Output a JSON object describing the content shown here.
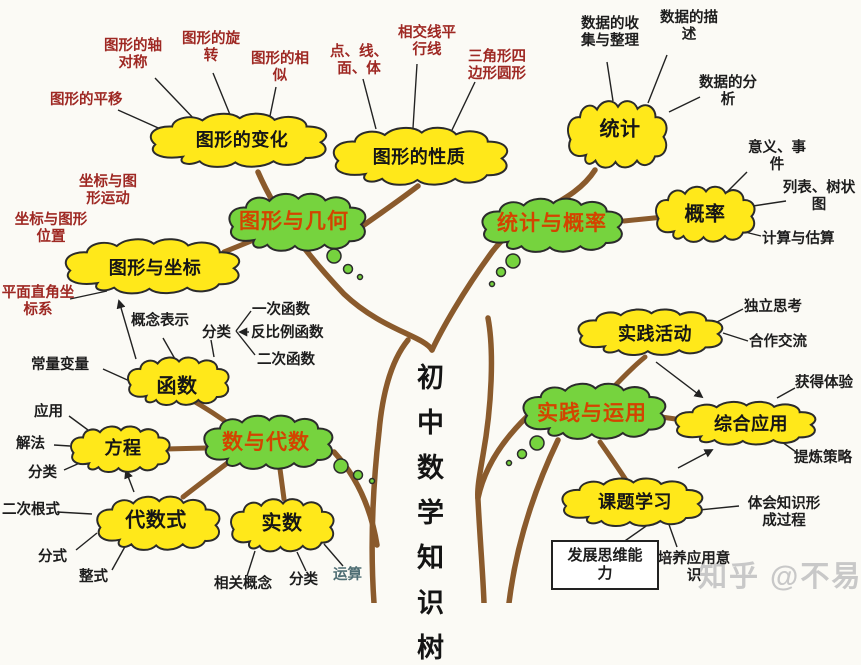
{
  "title": "初中数学知识树",
  "title_chars": [
    "初",
    "中",
    "数",
    "学",
    "知",
    "识",
    "树"
  ],
  "watermark": "知乎 @不易",
  "colors": {
    "yellow_node": "#ffe81a",
    "green_node": "#76d33e",
    "branch_brown": "#8a5a2c",
    "connector_black": "#222222",
    "node_outline": "#2b2b2b",
    "green_node_text": "#d34400",
    "red_leaf_text": "#9e2823",
    "black_leaf_text": "#1d1d1d",
    "watermark_gray": "#c8c8c8"
  },
  "main_nodes": [
    {
      "label": "图形与几何"
    },
    {
      "label": "统计与概率"
    },
    {
      "label": "数与代数"
    },
    {
      "label": "实践与运用"
    }
  ],
  "sub_nodes": [
    {
      "label": "图形的变化"
    },
    {
      "label": "图形的性质"
    },
    {
      "label": "统计"
    },
    {
      "label": "概率"
    },
    {
      "label": "图形与坐标"
    },
    {
      "label": "函数"
    },
    {
      "label": "方程"
    },
    {
      "label": "代数式"
    },
    {
      "label": "实数"
    },
    {
      "label": "实践活动"
    },
    {
      "label": "综合应用"
    },
    {
      "label": "课题学习"
    }
  ],
  "leaves": [
    {
      "text": "图形的平移"
    },
    {
      "text": "图形的轴对称"
    },
    {
      "text": "图形的旋转"
    },
    {
      "text": "图形的相似"
    },
    {
      "text": "点、线、面、体"
    },
    {
      "text": "相交线平行线"
    },
    {
      "text": "三角形四边形圆形"
    },
    {
      "text": "数据的收集与整理"
    },
    {
      "text": "数据的描述"
    },
    {
      "text": "数据的分析"
    },
    {
      "text": "意义、事件"
    },
    {
      "text": "列表、树状图"
    },
    {
      "text": "计算与估算"
    },
    {
      "text": "坐标与图形运动"
    },
    {
      "text": "坐标与图形位置"
    },
    {
      "text": "平面直角坐标系"
    },
    {
      "text": "概念表示"
    },
    {
      "text": "分类"
    },
    {
      "text": "一次函数"
    },
    {
      "text": "反比例函数"
    },
    {
      "text": "二次函数"
    },
    {
      "text": "常量变量"
    },
    {
      "text": "应用"
    },
    {
      "text": "解法"
    },
    {
      "text": "分类"
    },
    {
      "text": "二次根式"
    },
    {
      "text": "分式"
    },
    {
      "text": "整式"
    },
    {
      "text": "相关概念"
    },
    {
      "text": "分类"
    },
    {
      "text": "运算"
    },
    {
      "text": "独立思考"
    },
    {
      "text": "合作交流"
    },
    {
      "text": "获得体验"
    },
    {
      "text": "提炼策略"
    },
    {
      "text": "体会知识形成过程"
    },
    {
      "text": "培养应用意识"
    }
  ],
  "boxed_leaf": {
    "text": "发展思维能力"
  },
  "hierarchy": {
    "图形与几何": {
      "图形的变化": [
        "图形的平移",
        "图形的轴对称",
        "图形的旋转",
        "图形的相似"
      ],
      "图形的性质": [
        "点、线、面、体",
        "相交线平行线",
        "三角形四边形圆形"
      ],
      "图形与坐标": [
        "坐标与图形运动",
        "坐标与图形位置",
        "平面直角坐标系"
      ]
    },
    "统计与概率": {
      "统计": [
        "数据的收集与整理",
        "数据的描述",
        "数据的分析"
      ],
      "概率": [
        "意义、事件",
        "列表、树状图",
        "计算与估算"
      ]
    },
    "数与代数": {
      "函数": [
        "概念表示",
        "分类",
        "一次函数",
        "反比例函数",
        "二次函数",
        "常量变量"
      ],
      "方程": [
        "应用",
        "解法",
        "分类"
      ],
      "代数式": [
        "二次根式",
        "分式",
        "整式"
      ],
      "实数": [
        "相关概念",
        "分类",
        "运算"
      ]
    },
    "实践与运用": {
      "实践活动": [
        "独立思考",
        "合作交流"
      ],
      "综合应用": [
        "获得体验",
        "提炼策略"
      ],
      "课题学习": [
        "体会知识形成过程",
        "发展思维能力",
        "培养应用意识"
      ]
    }
  }
}
